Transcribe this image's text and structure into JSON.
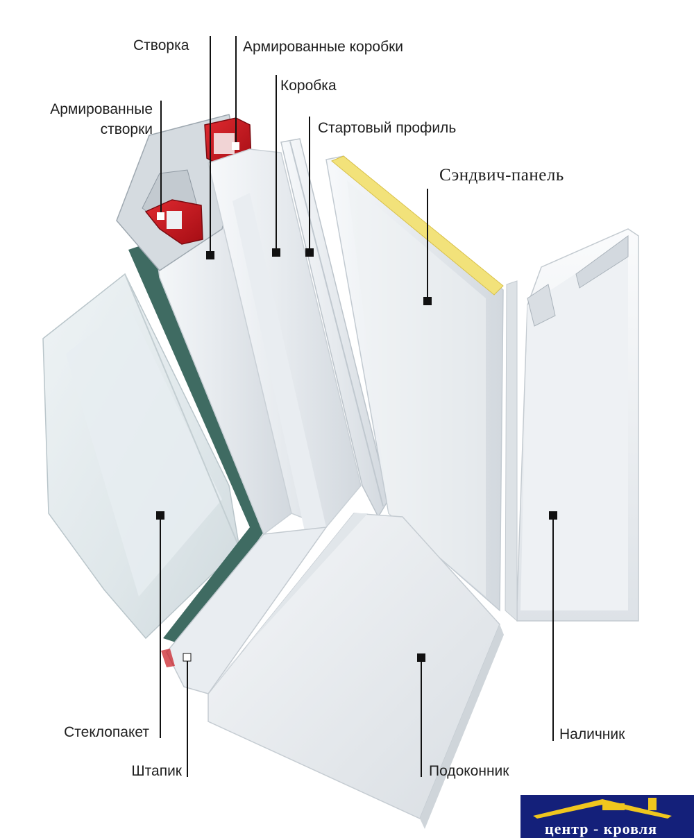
{
  "labels": {
    "stvorka": "Створка",
    "armirovannye_korobki": "Армированные коробки",
    "korobka": "Коробка",
    "armirovannye_stvorki_line1": "Армированные",
    "armirovannye_stvorki_line2": "створки",
    "startovyi_profil": "Стартовый профиль",
    "sendvich_panel": "Сэндвич-панель",
    "steklopaket": "Стеклопакет",
    "shtapik": "Штапик",
    "podokonnik": "Подоконник",
    "nalichnik": "Наличник"
  },
  "logo": {
    "text": "центр - кровля",
    "background": "#14207a",
    "roof_color": "#f0c61e"
  },
  "colors": {
    "reinforcement": "#c8141c",
    "sandwich_core": "#f2e27a",
    "glass_edge": "#3f6b62",
    "pvc": "#eef1f4"
  }
}
